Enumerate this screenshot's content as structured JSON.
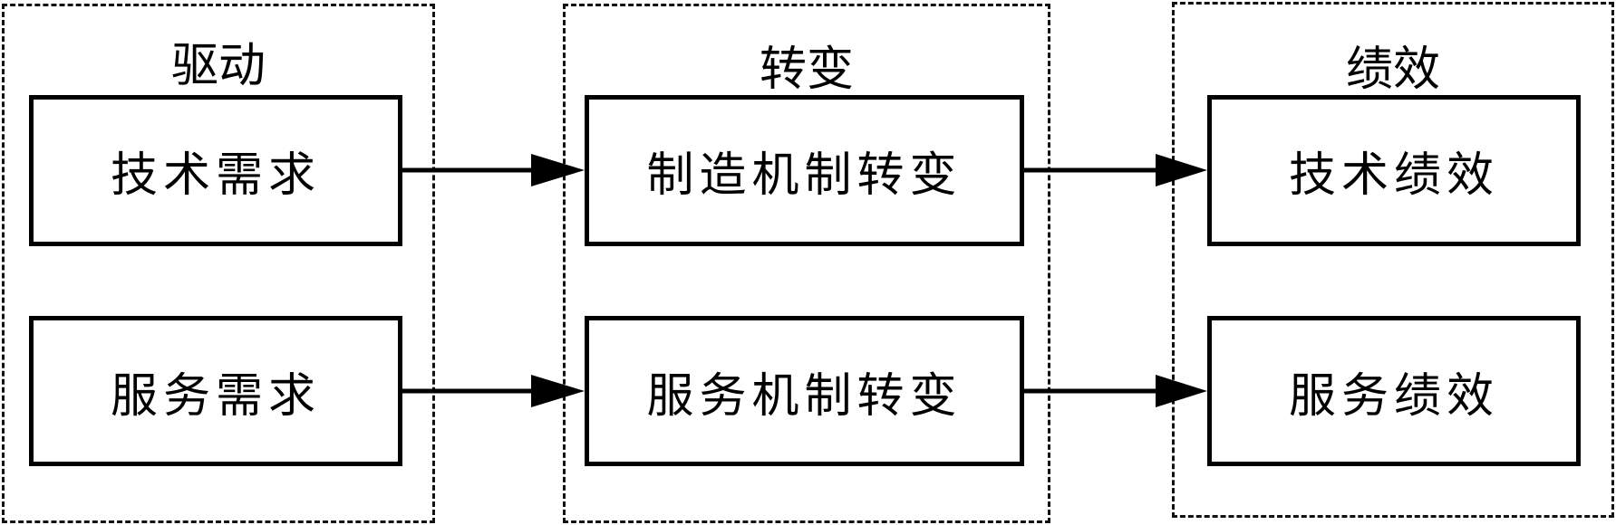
{
  "groups": [
    {
      "id": "drive",
      "title": "驱动",
      "nodes": [
        {
          "id": "tech-demand",
          "label": "技术需求"
        },
        {
          "id": "service-demand",
          "label": "服务需求"
        }
      ]
    },
    {
      "id": "transform",
      "title": "转变",
      "nodes": [
        {
          "id": "manufacturing-transform",
          "label": "制造机制转变"
        },
        {
          "id": "service-transform",
          "label": "服务机制转变"
        }
      ]
    },
    {
      "id": "performance",
      "title": "绩效",
      "nodes": [
        {
          "id": "tech-performance",
          "label": "技术绩效"
        },
        {
          "id": "service-performance",
          "label": "服务绩效"
        }
      ]
    }
  ],
  "edges": [
    {
      "from": "tech-demand",
      "to": "manufacturing-transform"
    },
    {
      "from": "service-demand",
      "to": "service-transform"
    },
    {
      "from": "manufacturing-transform",
      "to": "tech-performance"
    },
    {
      "from": "service-transform",
      "to": "service-performance"
    }
  ]
}
